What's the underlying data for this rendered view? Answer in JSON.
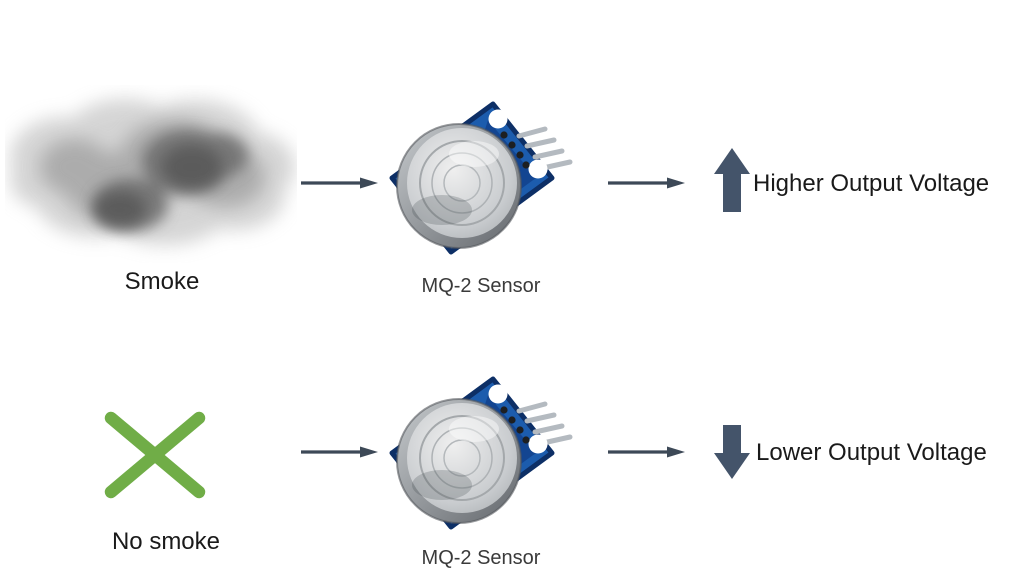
{
  "colors": {
    "block_arrow": "#44546A",
    "connector": "#3d4957",
    "green": "#70AD47",
    "text": "#1a1a1a",
    "caption": "#3a3a3a",
    "pcb": "#1c5cad",
    "pcb_edge": "#0d2f66",
    "bg": "#ffffff"
  },
  "icons": {
    "smoke": "smoke-cloud-icon",
    "no_smoke": "green-cross-icon",
    "connector": "right-arrow-icon",
    "up": "up-block-arrow-icon",
    "down": "down-block-arrow-icon",
    "sensor": "mq2-sensor-module-image"
  },
  "rows": [
    {
      "input_label": "Smoke",
      "sensor_label": "MQ-2 Sensor",
      "output_label": "Higher Output Voltage",
      "output_direction": "up"
    },
    {
      "input_label": "No smoke",
      "sensor_label": "MQ-2 Sensor",
      "output_label": "Lower Output Voltage",
      "output_direction": "down"
    }
  ]
}
